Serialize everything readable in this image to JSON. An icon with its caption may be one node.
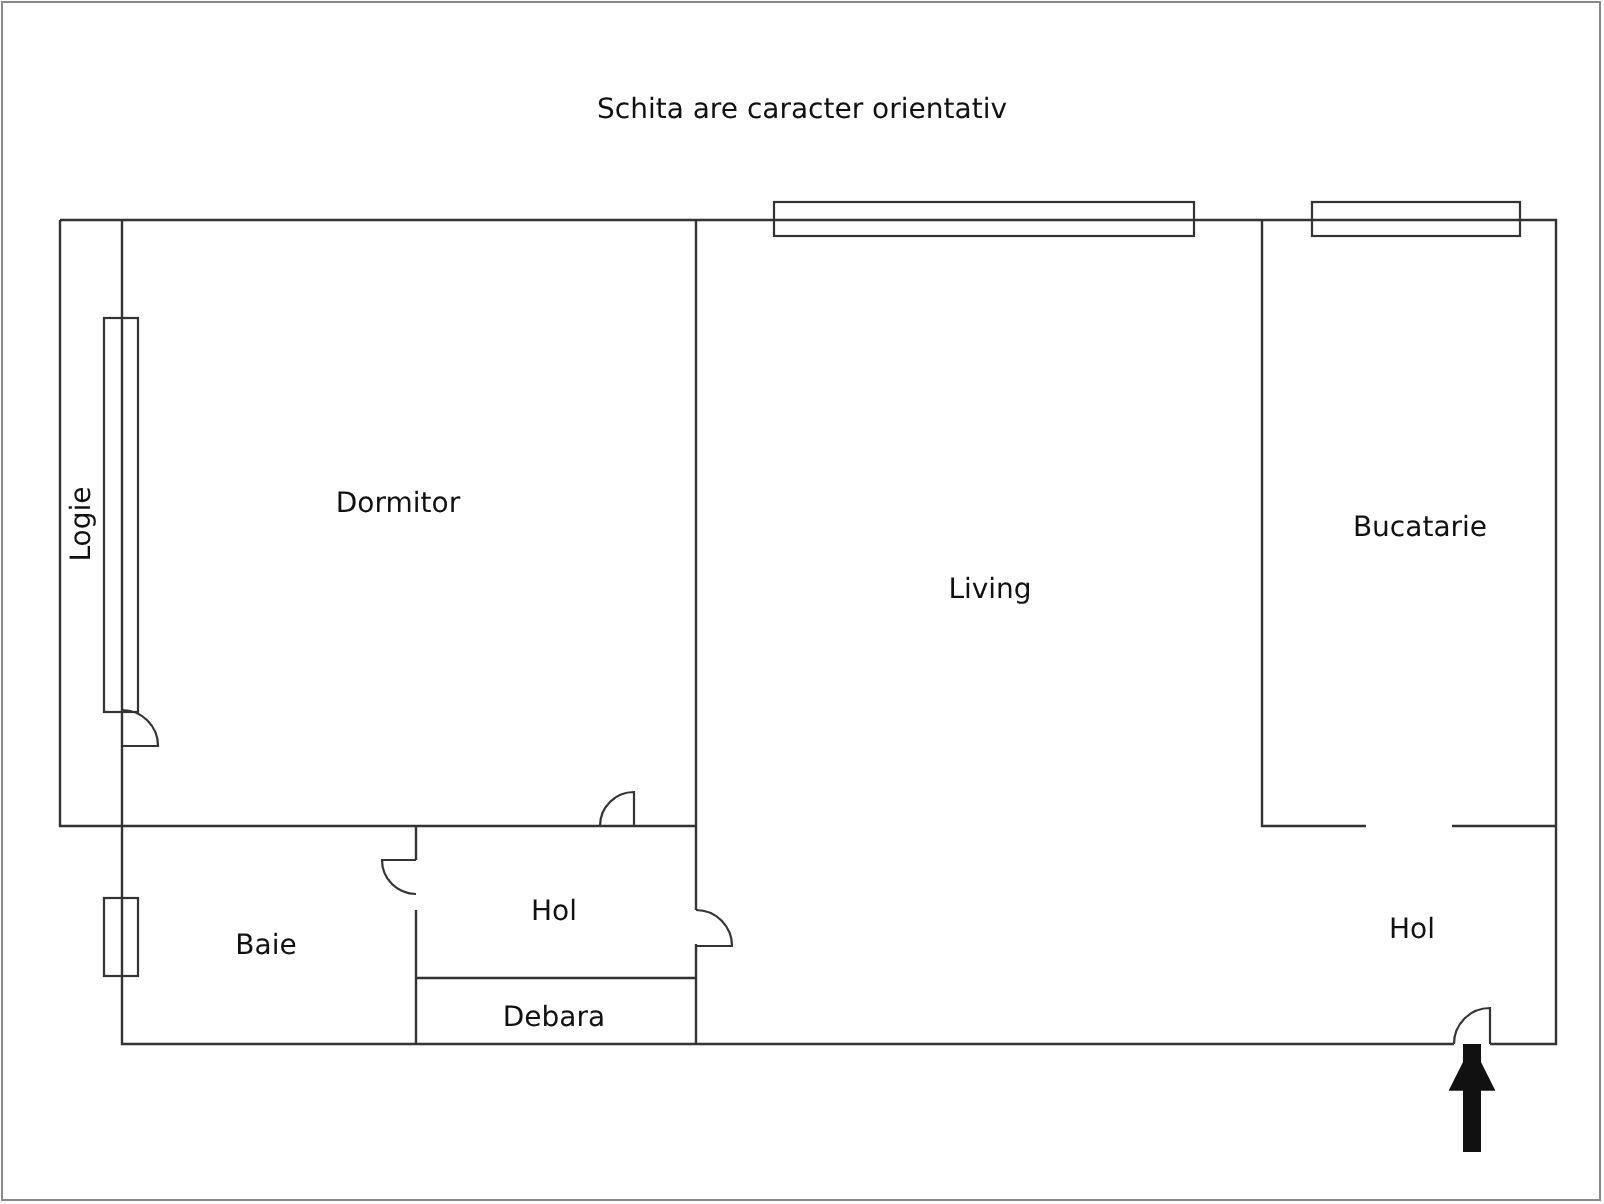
{
  "diagram": {
    "title": "Schita are caracter orientativ",
    "nodes": [
      {
        "text": [
          "Logie"
        ]
      },
      {
        "text": [
          "Dormitor"
        ]
      },
      {
        "text": [
          "Living"
        ]
      },
      {
        "text": [
          "Bucatarie"
        ]
      },
      {
        "text": [
          "Baie"
        ]
      },
      {
        "text": [
          "Hol"
        ]
      },
      {
        "text": [
          "Hol"
        ]
      },
      {
        "text": [
          "Debara"
        ]
      }
    ],
    "edges": [
      {
        "from": null,
        "to": 6,
        "arrow": "to"
      }
    ]
  }
}
